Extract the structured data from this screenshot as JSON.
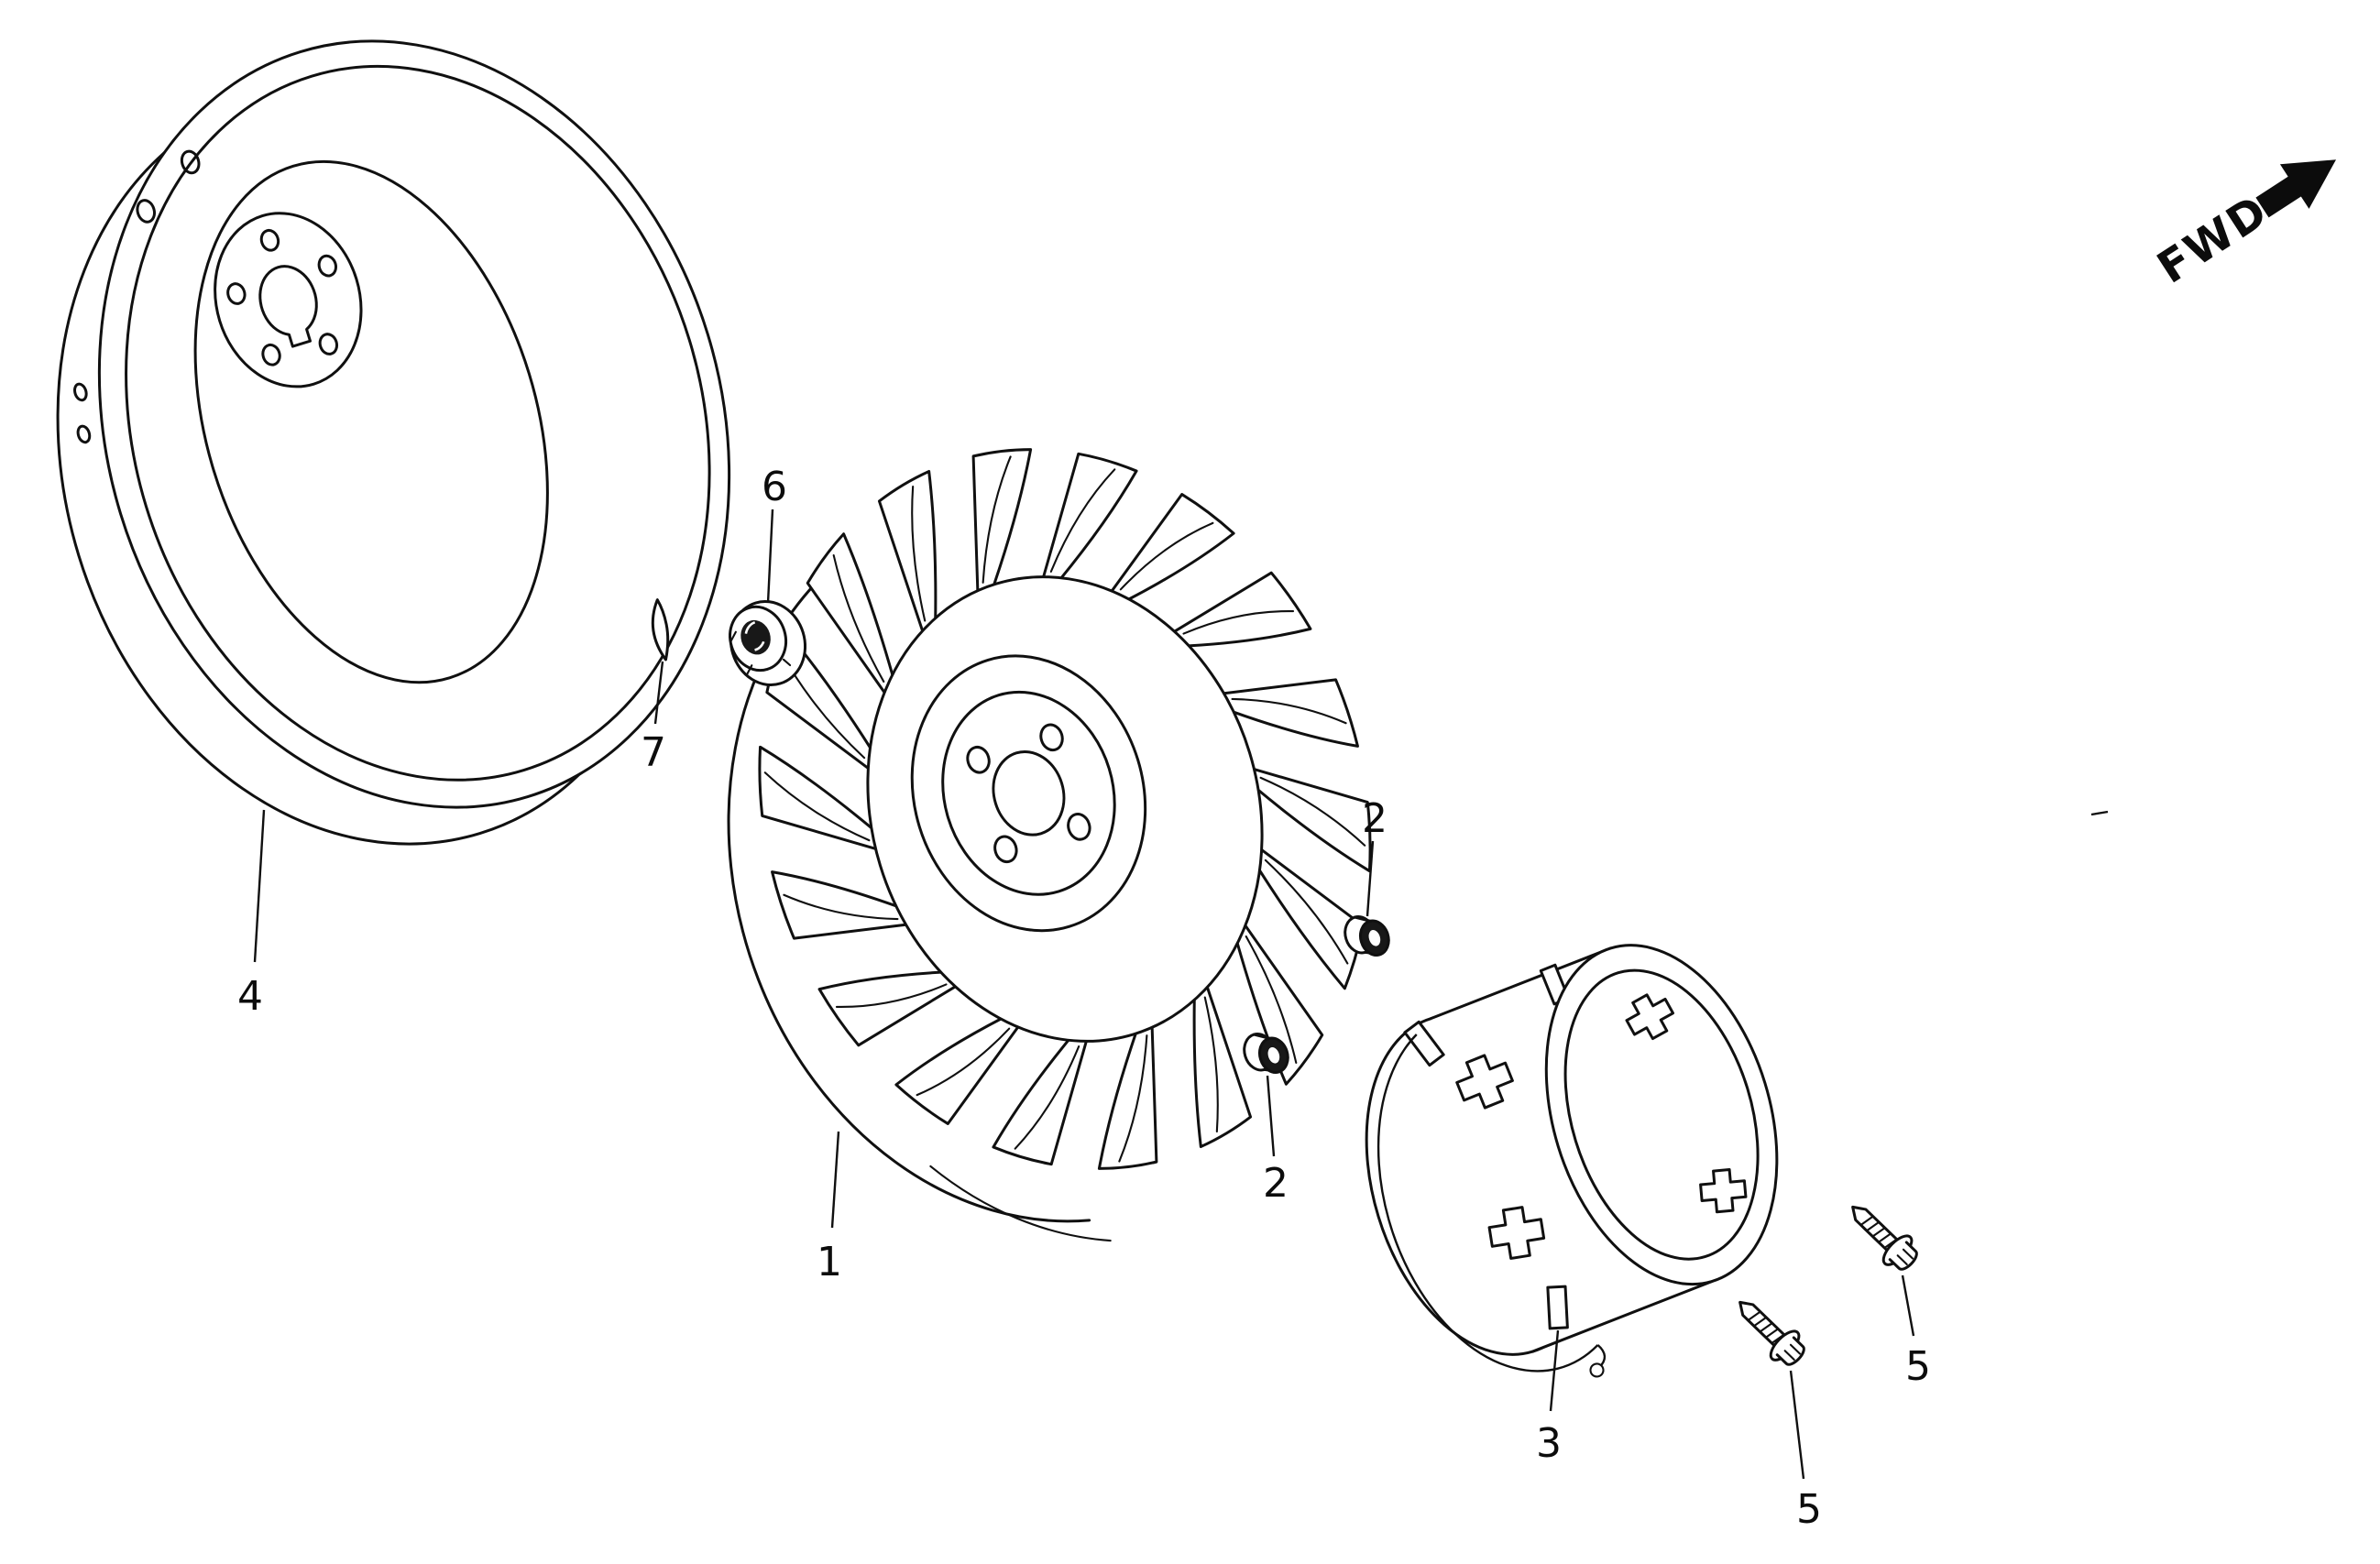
{
  "colors": {
    "ink": "#101010",
    "background": "#ffffff"
  },
  "direction_indicator": {
    "label": "FWD"
  },
  "part_labels": {
    "fan_flywheel": "1",
    "collar_upper": "2",
    "collar_lower": "2",
    "starter_pulley": "3",
    "flywheel": "4",
    "bolt_upper": "5",
    "bolt_lower": "5",
    "flange_nut": "6",
    "washer_key": "7"
  }
}
